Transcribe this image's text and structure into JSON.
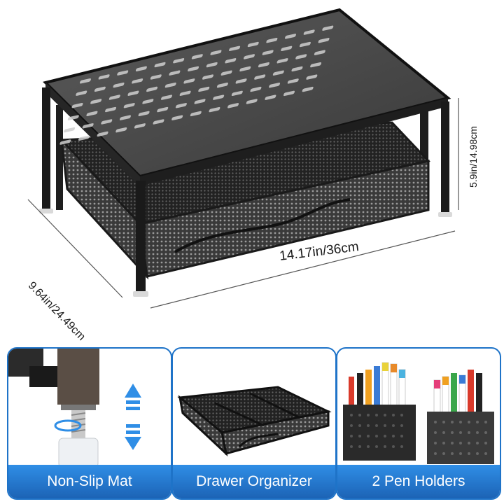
{
  "product": {
    "dimensions": {
      "width": "14.17in/36cm",
      "depth": "9.64in/24.49cm",
      "height": "5.9in/14.98cm"
    }
  },
  "features": [
    {
      "label": "Non-Slip Mat",
      "icon": "adjustable-foot-icon"
    },
    {
      "label": "Drawer Organizer",
      "icon": "mesh-drawer-icon"
    },
    {
      "label": "2 Pen Holders",
      "icon": "pen-holder-icon"
    }
  ],
  "colors": {
    "accent": "#1e73c8",
    "metal": "#2a2a2a",
    "arrow": "#2f8ee6"
  }
}
